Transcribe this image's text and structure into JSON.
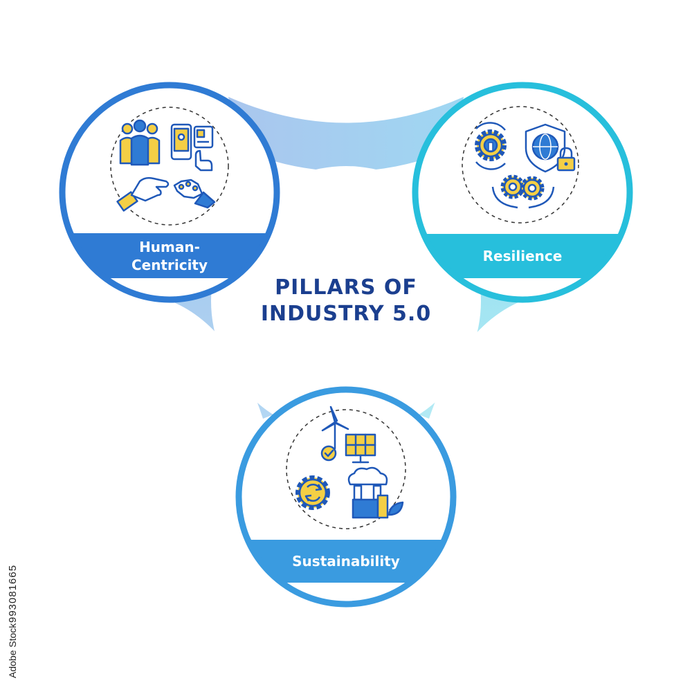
{
  "title": {
    "line1": "PILLARS OF",
    "line2": "INDUSTRY 5.0"
  },
  "pillars": [
    {
      "label_line1": "Human-",
      "label_line2": "Centricity",
      "color": "#2f7bd4",
      "icons": [
        "team-icon",
        "mobile-app-icon",
        "human-robot-hand-icon"
      ]
    },
    {
      "label_line1": "Resilience",
      "color": "#27bfdc",
      "icons": [
        "wrench-gear-cycle-icon",
        "globe-shield-lock-icon",
        "gears-hands-icon"
      ]
    },
    {
      "label_line1": "Sustainability",
      "color": "#3a9be0",
      "icons": [
        "wind-turbine-solar-icon",
        "recycle-gear-icon",
        "factory-leaf-icon"
      ]
    }
  ],
  "colors": {
    "icon_blue": "#1f58b8",
    "icon_yellow": "#f4cf45",
    "title": "#1b3f8f",
    "connector_left": "#aec9ec",
    "connector_right": "#a6e6f2"
  },
  "watermark": {
    "id": "993081665",
    "brand": "Adobe Stock"
  }
}
